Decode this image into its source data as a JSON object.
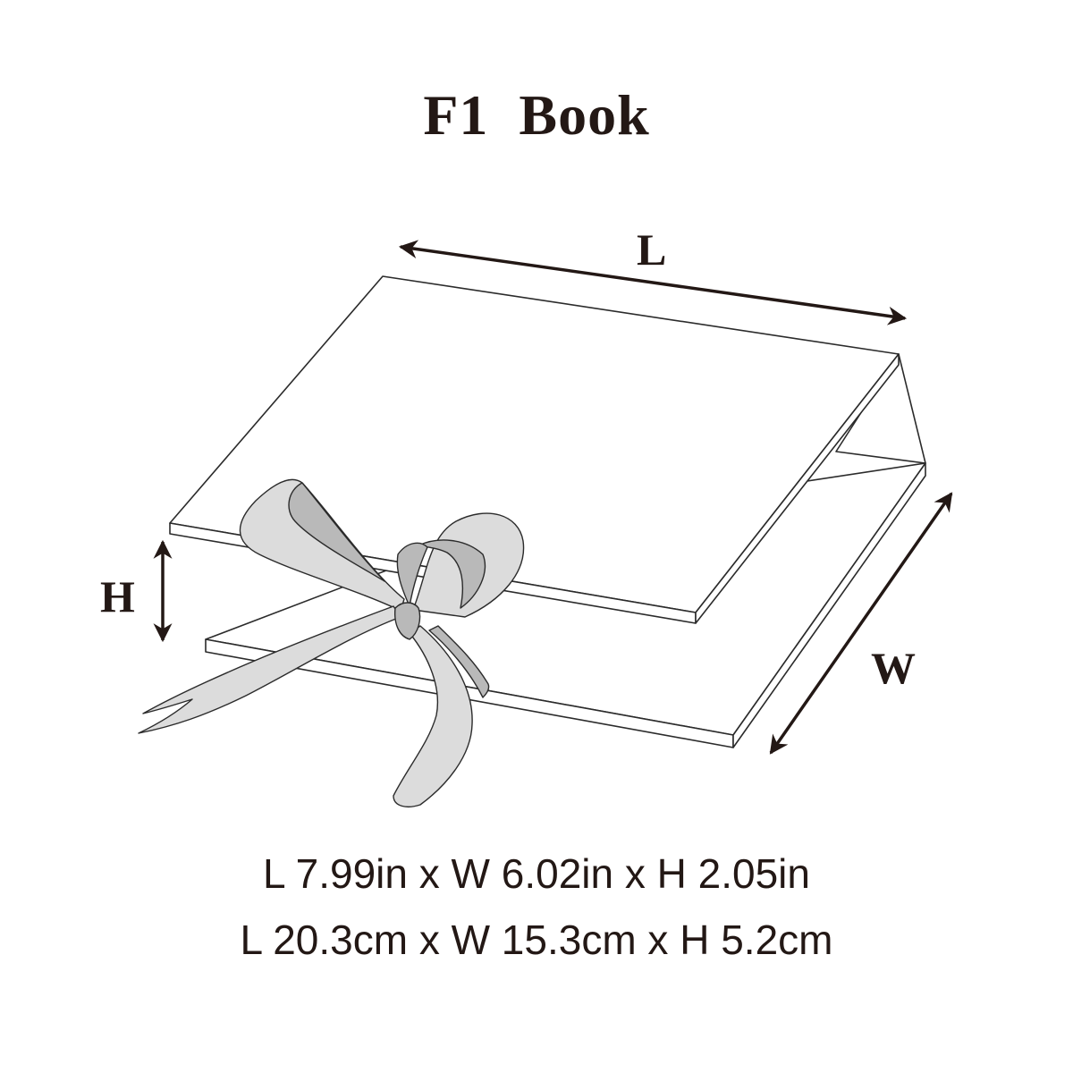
{
  "title": "F1  Book",
  "dimension_labels": {
    "length": "L",
    "width": "W",
    "height": "H"
  },
  "dimensions": {
    "imperial": "L 7.99in x W 6.02in x H 2.05in",
    "metric": "L 20.3cm x W 15.3cm x H 5.2cm"
  },
  "colors": {
    "ink": "#231815",
    "outline": "#2b2b2b",
    "ribbon_fill": "#dcdcdc",
    "ribbon_shadow": "#b9b9b9",
    "background": "#ffffff"
  }
}
